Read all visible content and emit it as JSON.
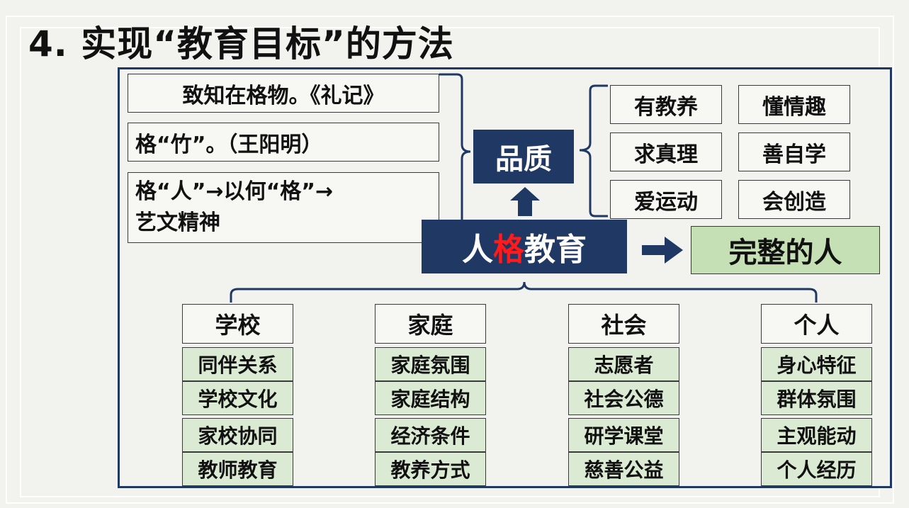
{
  "title": "4. 实现“教育目标”的方法",
  "quotes": {
    "q1": "致知在格物。《礼记》",
    "q2": "格“竹”。（王阳明）",
    "q3_line1": "格“人”→以何“格”→",
    "q3_line2": "艺文精神"
  },
  "quality": {
    "label": "品质",
    "traits": [
      "有教养",
      "懂情趣",
      "求真理",
      "善自学",
      "爱运动",
      "会创造"
    ]
  },
  "center": {
    "part1": "人",
    "part2": "格",
    "part3": "教育"
  },
  "outcome": "完整的人",
  "columns": [
    {
      "head": "学校",
      "items": [
        "同伴关系",
        "学校文化",
        "家校协同",
        "教师教育"
      ]
    },
    {
      "head": "家庭",
      "items": [
        "家庭氛围",
        "家庭结构",
        "经济条件",
        "教养方式"
      ]
    },
    {
      "head": "社会",
      "items": [
        "志愿者",
        "社会公德",
        "研学课堂",
        "慈善公益"
      ]
    },
    {
      "head": "个人",
      "items": [
        "身心特征",
        "群体氛围",
        "主观能动",
        "个人经历"
      ]
    }
  ],
  "colors": {
    "navy": "#1f3864",
    "highlight": "#ff1b1b",
    "outcome_fill": "#c5e0b4",
    "item_fill": "#dbead3"
  },
  "icons": [
    "arrow-up-icon",
    "arrow-right-icon"
  ]
}
